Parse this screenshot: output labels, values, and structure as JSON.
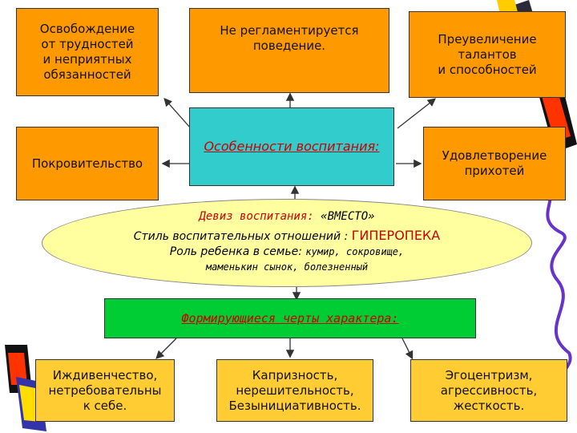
{
  "top_boxes": {
    "left": "Освобождение\nот трудностей\nи неприятных\nобязанностей",
    "middle": "Не регламентируется\nповедение.",
    "right": "Преувеличение\nталантов\nи способностей"
  },
  "mid_boxes": {
    "left": "Покровительство",
    "center": "Особенности воспитания:",
    "right": "Удовлетворение\nприхотей"
  },
  "ellipse": {
    "motto_label": "Девиз воспитания: ",
    "motto_value": "«ВМЕСТО»",
    "style_label": "Стиль воспитательных отношений : ",
    "style_value": "ГИПЕРОПЕКА",
    "role_label": "Роль ребенка в семье: ",
    "role_value_1": "кумир, сокровище,",
    "role_value_2": "маменькин сынок, болезненный"
  },
  "traits_header": "Формирующиеся черты характера:",
  "bottom_boxes": {
    "left": "Иждивенчество,\nнетребовательны\nк себе.",
    "middle": "Капризность,\nнерешительность,\nБезынициативность.",
    "right": "Эгоцентризм,\nагрессивность,\nжесткость."
  },
  "colors": {
    "box_fill": "#ff9900",
    "center_fill": "#33cccc",
    "ellipse_fill": "#ffffa0",
    "traits_fill": "#00cc33",
    "bottom_fill": "#ffcc33",
    "highlight_text": "#cc0000"
  }
}
